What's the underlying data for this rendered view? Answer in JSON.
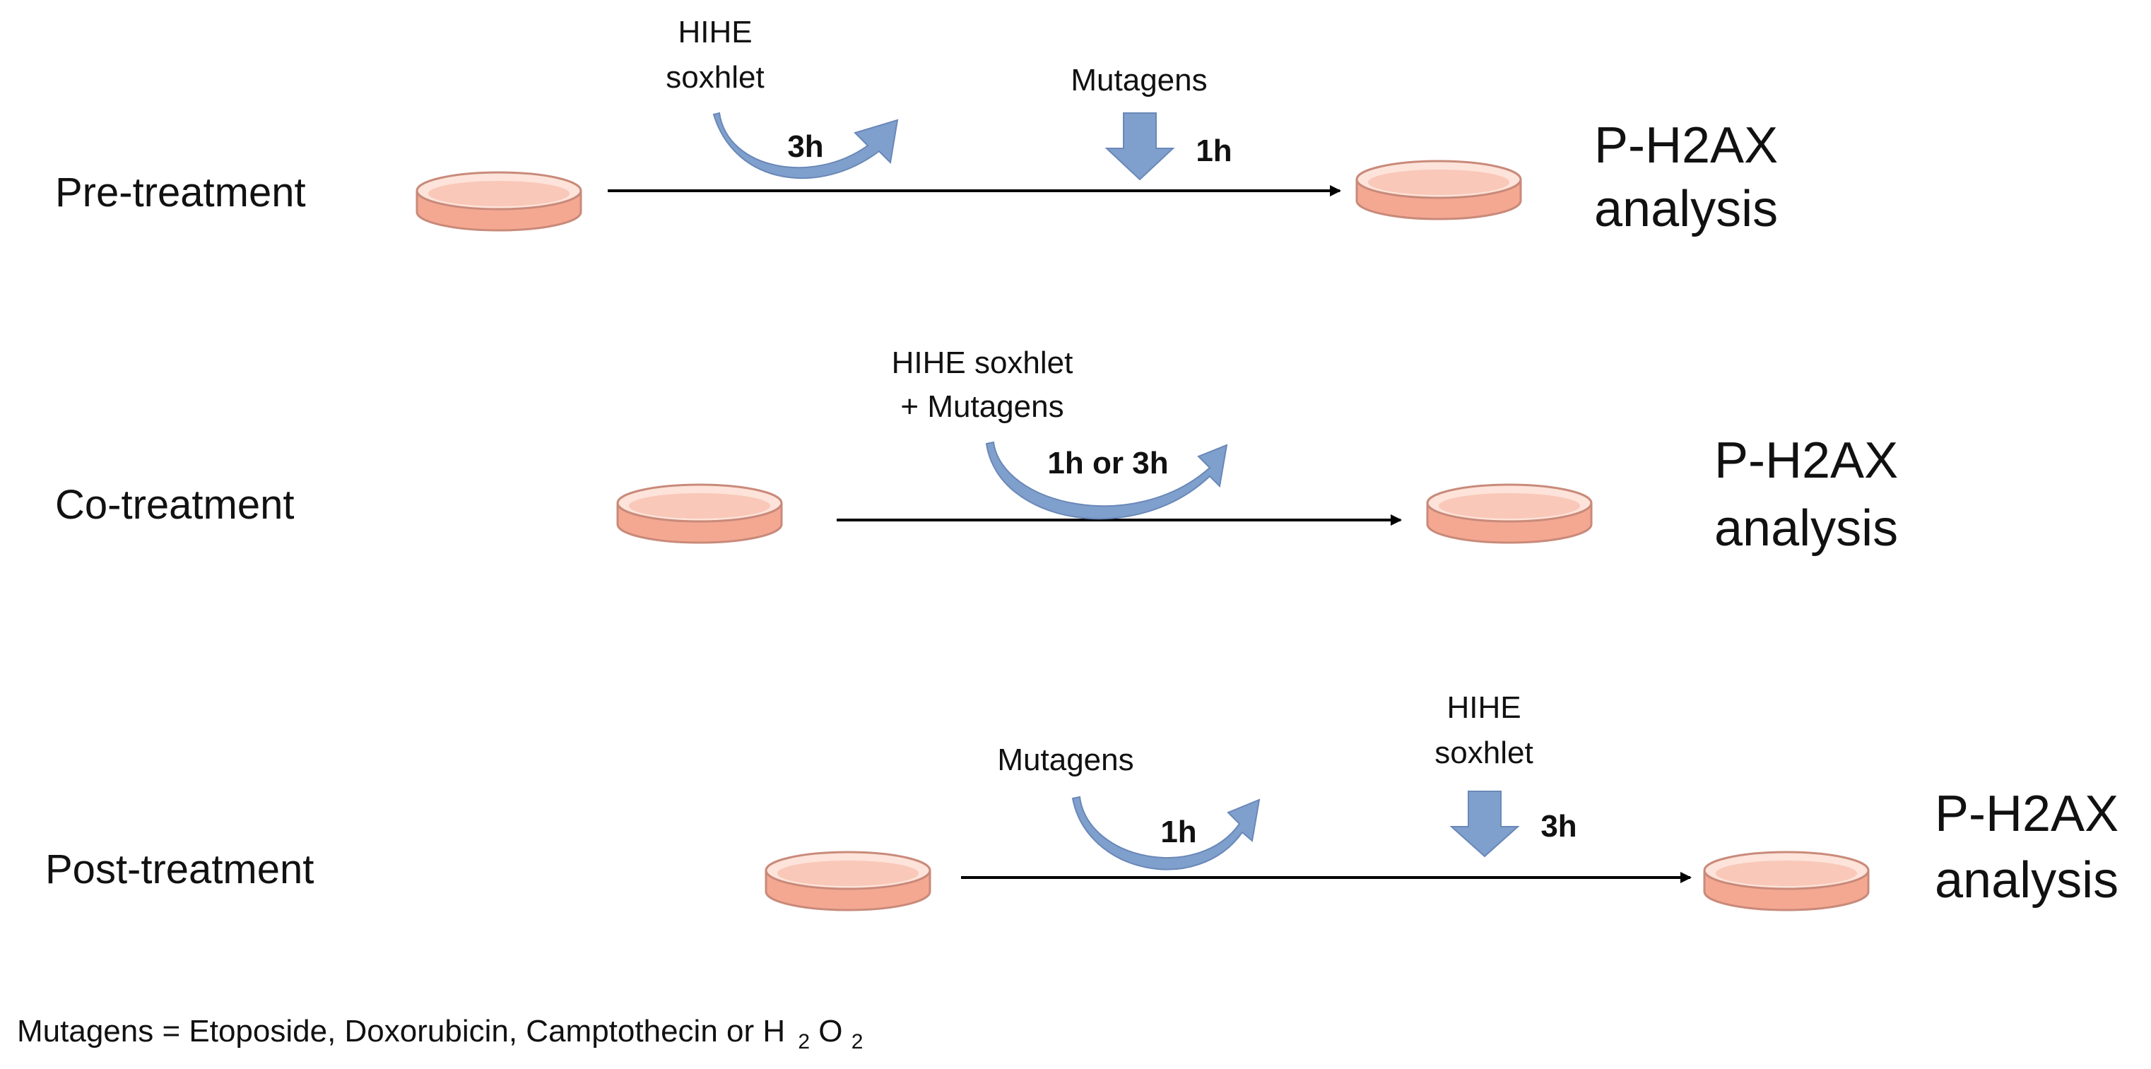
{
  "colors": {
    "arrow_blue": "#7f9fcc",
    "arrow_blue_dark": "#6a88b8",
    "dish_fill": "#f4a892",
    "dish_rim": "#fde3da",
    "dish_edge": "#c98a7a",
    "line": "#000000"
  },
  "rows": {
    "pre": {
      "label": "Pre-treatment",
      "step1_line1": "HIHE",
      "step1_line2": "soxhlet",
      "step1_duration": "3h",
      "step2_label": "Mutagens",
      "step2_duration": "1h",
      "result_line1": "P-H2AX",
      "result_line2": "analysis"
    },
    "co": {
      "label": "Co-treatment",
      "step1_line1": "HIHE soxhlet",
      "step1_line2": "+ Mutagens",
      "step1_duration": "1h or 3h",
      "result_line1": "P-H2AX",
      "result_line2": "analysis"
    },
    "post": {
      "label": "Post-treatment",
      "step1_label": "Mutagens",
      "step1_duration": "1h",
      "step2_line1": "HIHE",
      "step2_line2": "soxhlet",
      "step2_duration": "3h",
      "result_line1": "P-H2AX",
      "result_line2": "analysis"
    }
  },
  "footnote": {
    "text": "Mutagens = Etoposide, Doxorubicin, Camptothecin or H",
    "sub1": "2",
    "mid": "O",
    "sub2": "2"
  }
}
